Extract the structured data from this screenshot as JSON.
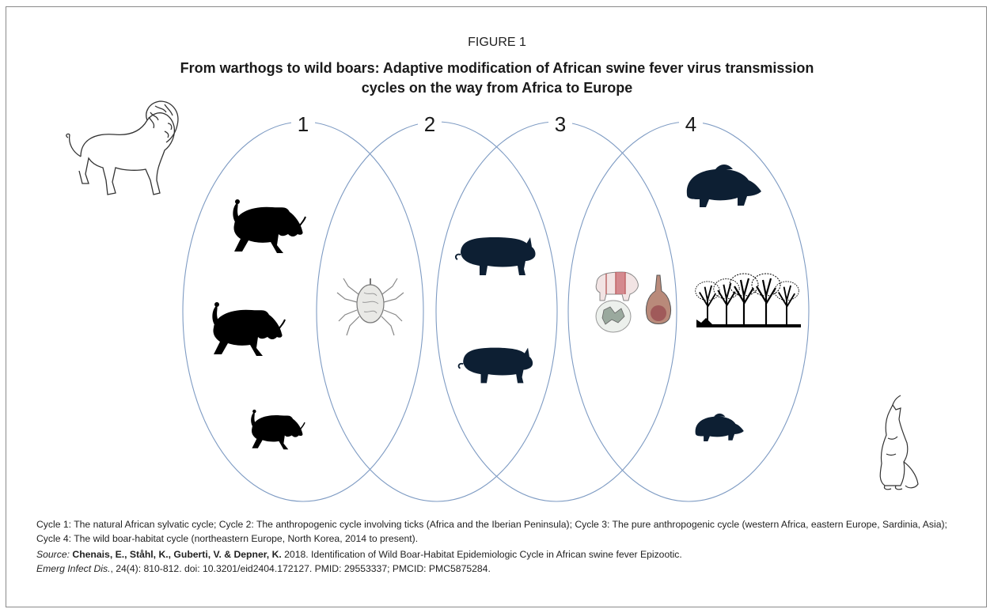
{
  "figure": {
    "label": "FIGURE 1",
    "title": "From warthogs to wild boars: Adaptive modification of African swine fever virus transmission cycles on the way from Africa to Europe"
  },
  "cycles": [
    {
      "number": "1",
      "contents": [
        "warthog-silhouette",
        "warthog-silhouette",
        "warthog-silhouette"
      ]
    },
    {
      "number": "2",
      "contents": [
        "tick-illustration"
      ]
    },
    {
      "number": "3",
      "contents": [
        "domestic-pig-silhouette",
        "domestic-pig-silhouette"
      ]
    },
    {
      "number": "4",
      "contents": [
        "wild-boar-silhouette",
        "forest-silhouette",
        "wild-boar-silhouette"
      ]
    }
  ],
  "outside_figures": [
    "lion-sketch",
    "howling-wolf-sketch"
  ],
  "products": [
    "pork-cuts-chart",
    "ham-leg",
    "meat-dish"
  ],
  "colors": {
    "ellipse_stroke": "#7e9bc3",
    "silhouette": "#000000",
    "pig": "#0d1f33"
  },
  "caption": "Cycle 1: The natural African sylvatic cycle; Cycle 2: The anthropogenic cycle involving ticks (Africa and the Iberian Peninsula); Cycle 3: The pure anthropogenic cycle (western Africa, eastern Europe, Sardinia, Asia); Cycle 4: The wild boar-habitat cycle (northeastern Europe, North Korea, 2014 to present).",
  "source": {
    "prefix": "Source:",
    "authors": "Chenais, E., Ståhl, K., Guberti, V. & Depner, K.",
    "year_title": " 2018. Identification of Wild Boar-Habitat Epidemiologic Cycle in African swine fever Epizootic.",
    "journal": "Emerg Infect Dis.",
    "details": ", 24(4): 810-812. doi: 10.3201/eid2404.172127. PMID: 29553337; PMCID: PMC5875284."
  }
}
